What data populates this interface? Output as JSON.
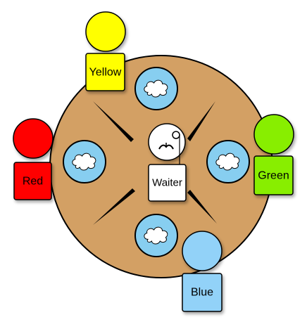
{
  "colors": {
    "table": "#D3A064",
    "plate": "#87CEF0",
    "food": "#FFFFFF",
    "chopstick": "#000000",
    "waiter_head": "#FFFFFF",
    "yellow": "#FFFF00",
    "red": "#FF0000",
    "green": "#88EE00",
    "blue": "#92D2F8"
  },
  "diagram": {
    "philosophers": [
      {
        "id": "yellow",
        "name": "Yellow",
        "icon": "person-icon"
      },
      {
        "id": "red",
        "name": "Red",
        "icon": "person-icon"
      },
      {
        "id": "green",
        "name": "Green",
        "icon": "person-icon"
      },
      {
        "id": "blue",
        "name": "Blue",
        "icon": "person-icon"
      }
    ],
    "plates": 4,
    "chopsticks": 4,
    "waiter": {
      "label": "Waiter",
      "icon": "waiter-mustache-icon"
    }
  }
}
